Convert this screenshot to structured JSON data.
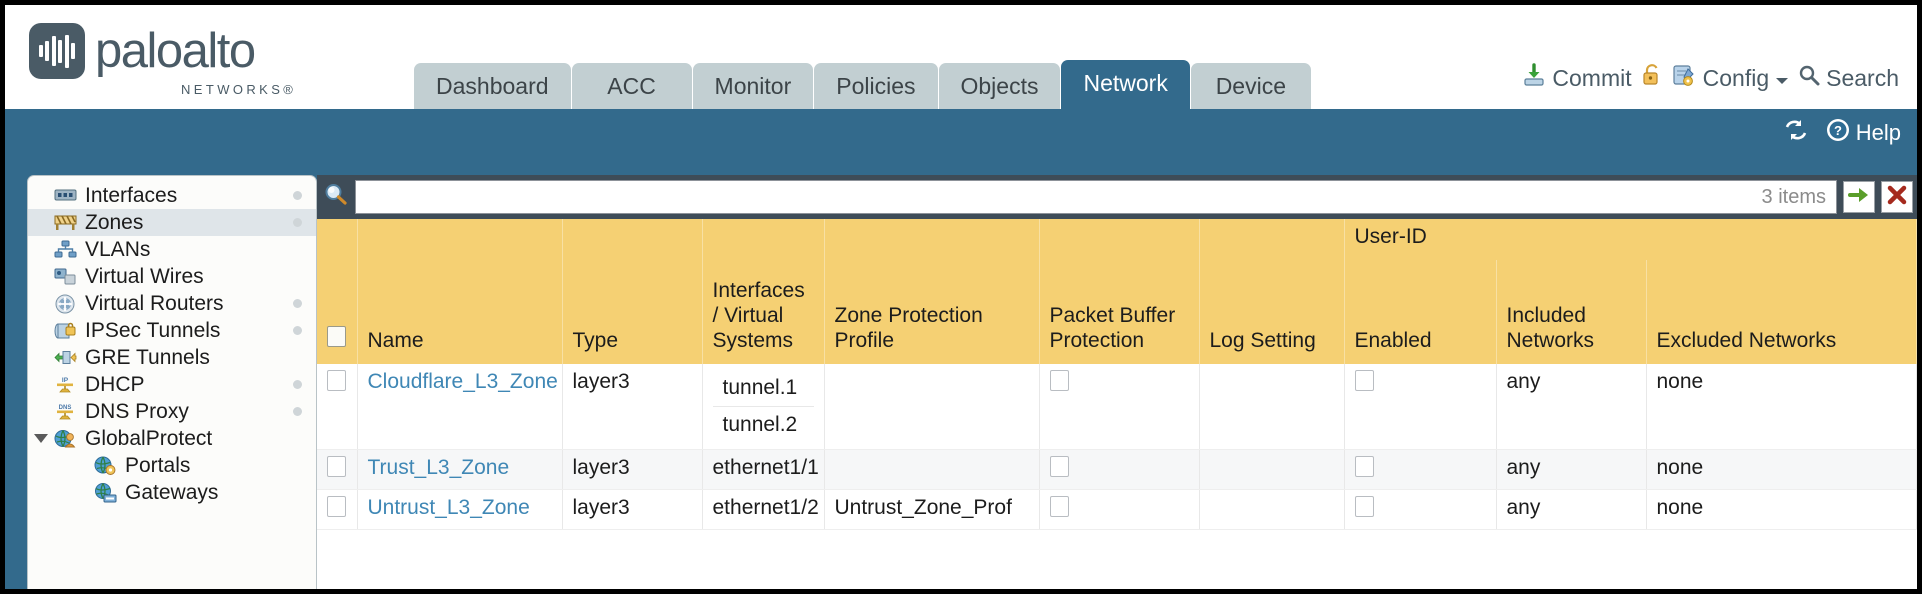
{
  "brand": {
    "name": "paloalto",
    "tagline": "NETWORKS®",
    "logo_icon": "paloalto-logo-icon"
  },
  "colors": {
    "header_blue": "#336a8c",
    "tab_inactive": "#c2cfd2",
    "table_header_yellow": "#f5d073",
    "group_header_yellow": "#ddae44",
    "link_blue": "#3f87b5",
    "searchbar_dark": "#3e4c58",
    "sidebar_selected": "#dfe5e9"
  },
  "nav": {
    "tabs": [
      {
        "label": "Dashboard",
        "active": false
      },
      {
        "label": "ACC",
        "active": false
      },
      {
        "label": "Monitor",
        "active": false
      },
      {
        "label": "Policies",
        "active": false
      },
      {
        "label": "Objects",
        "active": false
      },
      {
        "label": "Network",
        "active": true
      },
      {
        "label": "Device",
        "active": false
      }
    ]
  },
  "toptools": {
    "commit_label": "Commit",
    "commit_icon": "commit-download-icon",
    "lock_icon": "unlocked-padlock-icon",
    "config_label": "Config",
    "config_icon": "config-wrench-icon",
    "config_caret_icon": "chevron-down-icon",
    "search_label": "Search",
    "search_icon": "search-magnifier-icon"
  },
  "bluebar": {
    "refresh_icon": "refresh-icon",
    "help_label": "Help",
    "help_icon": "help-question-icon"
  },
  "sidebar": {
    "items": [
      {
        "label": "Interfaces",
        "icon": "interfaces-icon",
        "selected": false,
        "indent": false,
        "caret": false,
        "dot": true
      },
      {
        "label": "Zones",
        "icon": "zones-icon",
        "selected": true,
        "indent": false,
        "caret": false,
        "dot": true
      },
      {
        "label": "VLANs",
        "icon": "vlans-icon",
        "selected": false,
        "indent": false,
        "caret": false,
        "dot": false
      },
      {
        "label": "Virtual Wires",
        "icon": "virtual-wires-icon",
        "selected": false,
        "indent": false,
        "caret": false,
        "dot": false
      },
      {
        "label": "Virtual Routers",
        "icon": "virtual-routers-icon",
        "selected": false,
        "indent": false,
        "caret": false,
        "dot": true
      },
      {
        "label": "IPSec Tunnels",
        "icon": "ipsec-tunnels-icon",
        "selected": false,
        "indent": false,
        "caret": false,
        "dot": true
      },
      {
        "label": "GRE Tunnels",
        "icon": "gre-tunnels-icon",
        "selected": false,
        "indent": false,
        "caret": false,
        "dot": false
      },
      {
        "label": "DHCP",
        "icon": "dhcp-icon",
        "selected": false,
        "indent": false,
        "caret": false,
        "dot": true
      },
      {
        "label": "DNS Proxy",
        "icon": "dns-proxy-icon",
        "selected": false,
        "indent": false,
        "caret": false,
        "dot": true
      },
      {
        "label": "GlobalProtect",
        "icon": "globalprotect-icon",
        "selected": false,
        "indent": false,
        "caret": true,
        "dot": false
      },
      {
        "label": "Portals",
        "icon": "globalprotect-portals-icon",
        "selected": false,
        "indent": true,
        "caret": false,
        "dot": false
      },
      {
        "label": "Gateways",
        "icon": "globalprotect-gateways-icon",
        "selected": false,
        "indent": true,
        "caret": false,
        "dot": false
      }
    ]
  },
  "search": {
    "value": "",
    "placeholder": "",
    "count_label": "3 items",
    "icon": "search-magnifier-icon",
    "apply_icon": "apply-arrow-icon",
    "clear_icon": "clear-x-icon"
  },
  "table": {
    "group_headers": [
      {
        "label": "User-ID",
        "span": 3
      }
    ],
    "columns": [
      "Name",
      "Type",
      "Interfaces / Virtual Systems",
      "Zone Protection Profile",
      "Packet Buffer Protection",
      "Log Setting",
      "Enabled",
      "Included Networks",
      "Excluded Networks"
    ],
    "rows": [
      {
        "selected": false,
        "name": "Cloudflare_L3_Zone",
        "type": "layer3",
        "interfaces": [
          "tunnel.1",
          "tunnel.2"
        ],
        "zone_protection_profile": "",
        "packet_buffer_protection": false,
        "log_setting": "",
        "userid_enabled": false,
        "included_networks": "any",
        "excluded_networks": "none"
      },
      {
        "selected": false,
        "name": "Trust_L3_Zone",
        "type": "layer3",
        "interfaces": [
          "ethernet1/1"
        ],
        "zone_protection_profile": "",
        "packet_buffer_protection": false,
        "log_setting": "",
        "userid_enabled": false,
        "included_networks": "any",
        "excluded_networks": "none"
      },
      {
        "selected": false,
        "name": "Untrust_L3_Zone",
        "type": "layer3",
        "interfaces": [
          "ethernet1/2"
        ],
        "zone_protection_profile": "Untrust_Zone_Prof",
        "packet_buffer_protection": false,
        "log_setting": "",
        "userid_enabled": false,
        "included_networks": "any",
        "excluded_networks": "none"
      }
    ]
  }
}
